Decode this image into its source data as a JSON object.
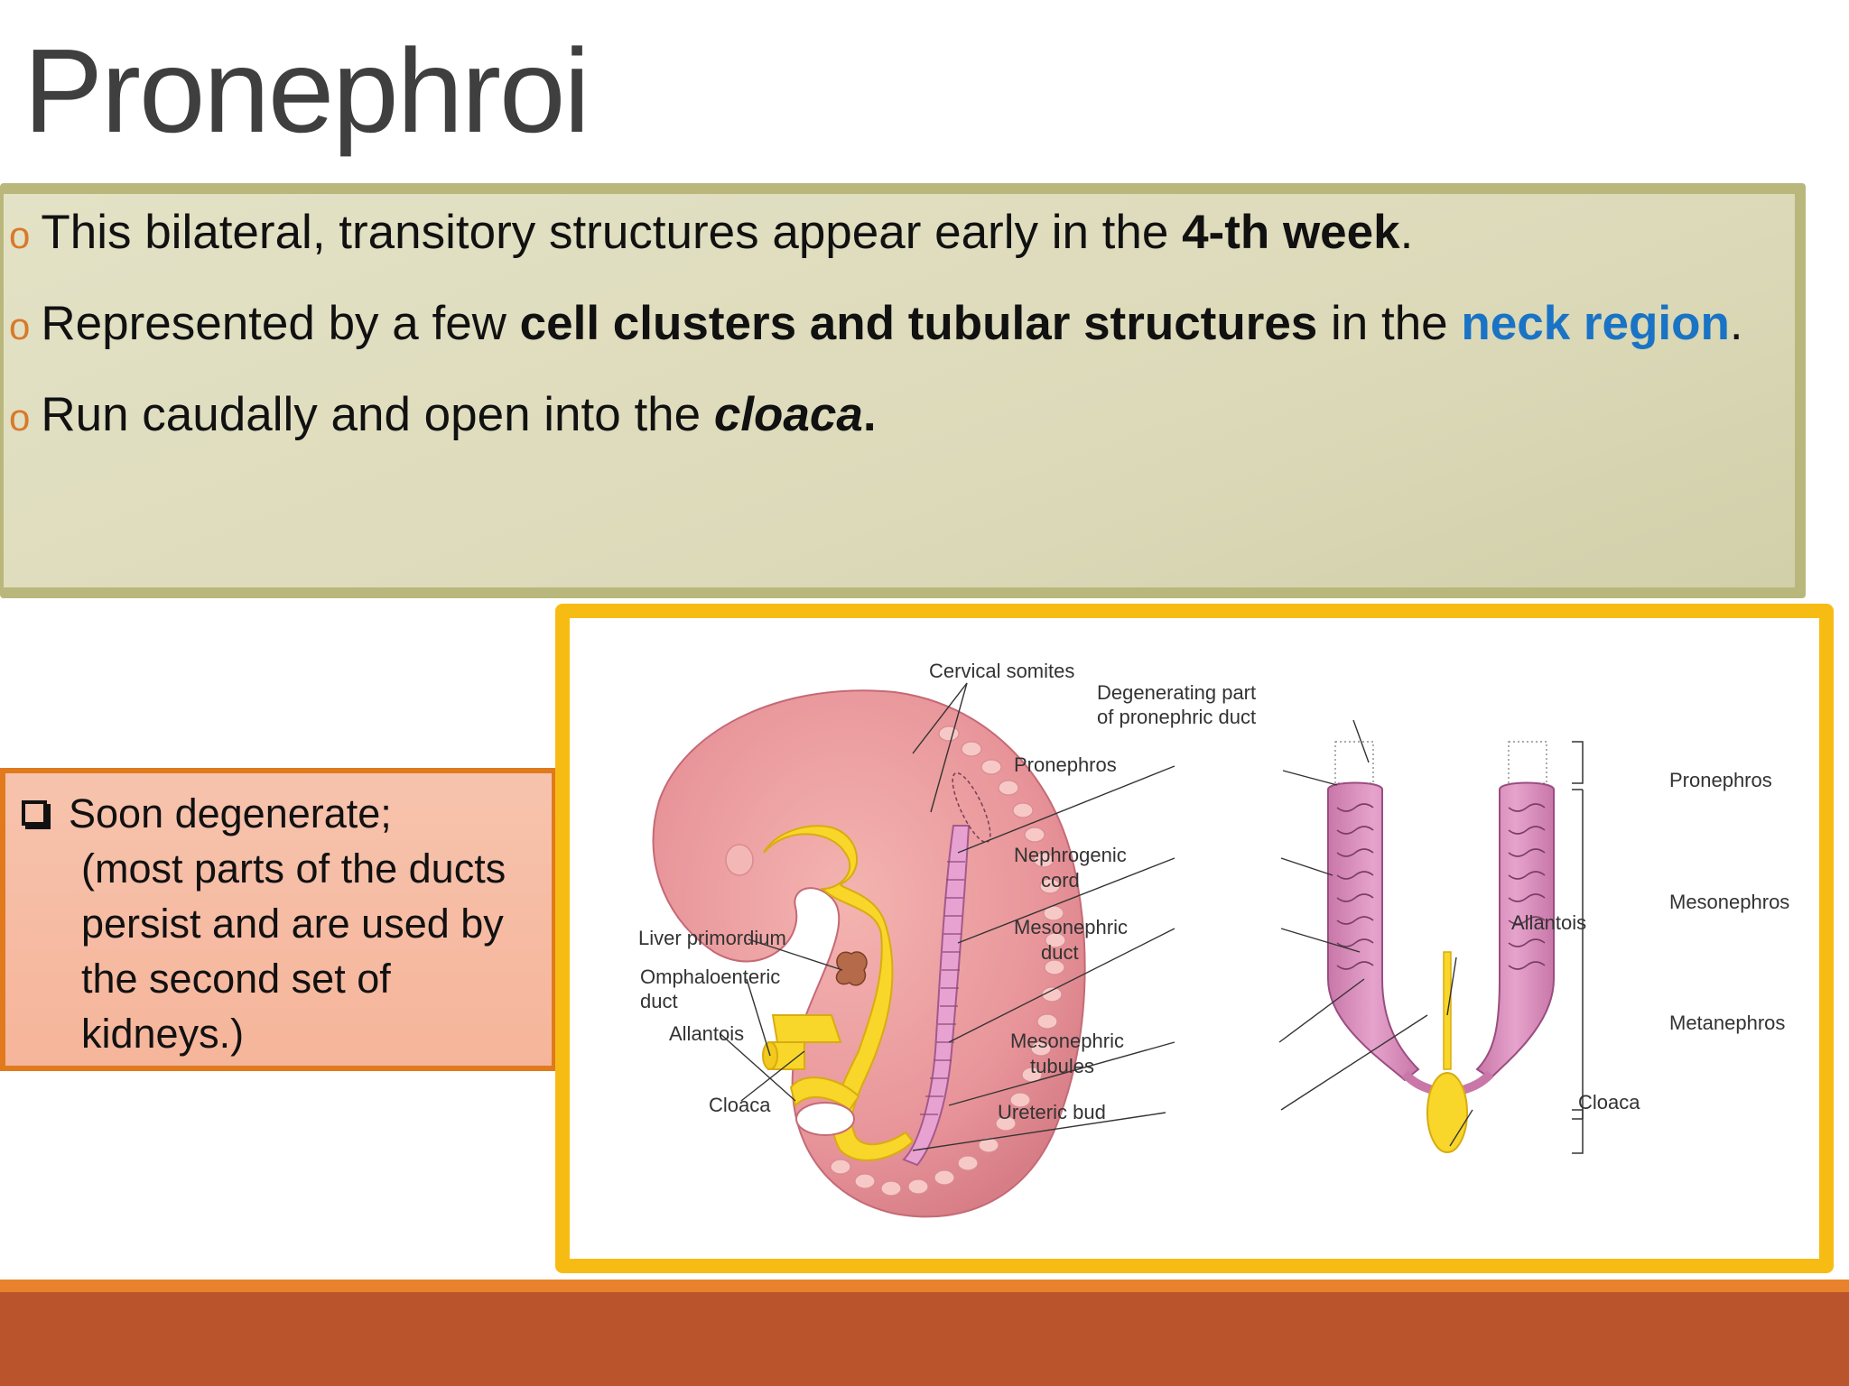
{
  "slide": {
    "title": "Pronephroi",
    "bullets": [
      {
        "pre": "This bilateral, transitory structures appear early in the ",
        "bold": "4-th week",
        "post": "."
      },
      {
        "pre": "Represented by a few ",
        "bold": "cell clusters and tubular structures",
        "mid": " in the ",
        "blue": "neck region",
        "post": "."
      },
      {
        "pre": "Run caudally and open into the ",
        "bold_italic": "cloaca",
        "post": "."
      }
    ],
    "bullet_mark": "o",
    "side_note": {
      "line1": "Soon degenerate;",
      "line2": "(most parts of the ducts",
      "line3": "persist and are used by",
      "line4": "the second set of",
      "line5": "kidneys.)"
    },
    "figure_labels": {
      "cervical_somites": "Cervical somites",
      "degen_1": "Degenerating part",
      "degen_2": "of pronephric duct",
      "pronephros_left": "Pronephros",
      "nephrogenic_1": "Nephrogenic",
      "nephrogenic_2": "cord",
      "meso_duct_1": "Mesonephric",
      "meso_duct_2": "duct",
      "meso_tub_1": "Mesonephric",
      "meso_tub_2": "tubules",
      "ureteric_bud": "Ureteric bud",
      "liver": "Liver primordium",
      "omph_1": "Omphaloenteric",
      "omph_2": "duct",
      "allantois_left": "Allantois",
      "cloaca_left": "Cloaca",
      "allantois_right": "Allantois",
      "cloaca_right": "Cloaca",
      "pronephros_right": "Pronephros",
      "mesonephros": "Mesonephros",
      "metanephros": "Metanephros"
    },
    "colors": {
      "bullet_box_border": "#b9b77b",
      "bullet_box_fill": "#dcdab9",
      "accent_orange": "#e07a1d",
      "side_box_fill": "#f5b59a",
      "figure_frame": "#f7bc14",
      "footer": "#b9542c",
      "link_blue": "#1a73c4"
    }
  }
}
